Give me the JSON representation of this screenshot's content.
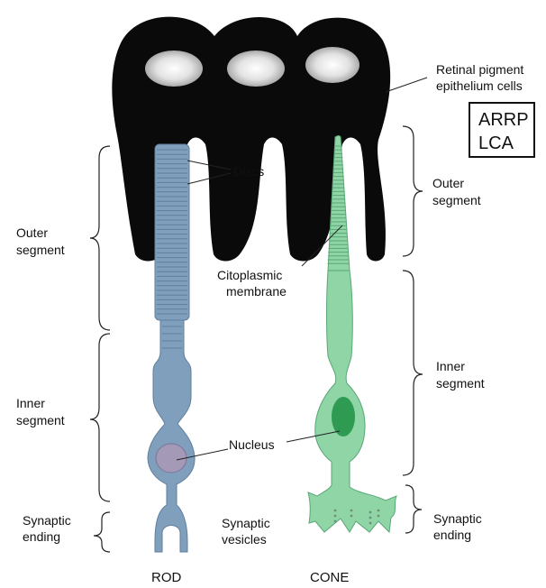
{
  "labels": {
    "rpe_line1": "Retinal pigment",
    "rpe_line2": "epithelium cells",
    "box_line1": "ARRP",
    "box_line2": "LCA",
    "discs": "Discs",
    "outer_left_1": "Outer",
    "outer_left_2": "segment",
    "outer_right_1": "Outer",
    "outer_right_2": "segment",
    "cito_1": "Citoplasmic",
    "cito_2": "membrane",
    "inner_right_1": "Inner",
    "inner_right_2": "segment",
    "inner_left_1": "Inner",
    "inner_left_2": "segment",
    "nucleus": "Nucleus",
    "syn_left_1": "Synaptic",
    "syn_left_2": "ending",
    "vesicles_1": "Synaptic",
    "vesicles_2": "vesicles",
    "syn_right_1": "Synaptic",
    "syn_right_2": "ending",
    "rod": "ROD",
    "cone": "CONE"
  },
  "colors": {
    "rpe": "#0a0a0a",
    "rod_fill": "#7f9fbd",
    "rod_stroke": "#5f7f9c",
    "cone_fill": "#8fd5a6",
    "cone_stroke": "#5aa777",
    "cone_nucleus": "#2e9a52",
    "rod_nucleus": "#a49ab8"
  }
}
